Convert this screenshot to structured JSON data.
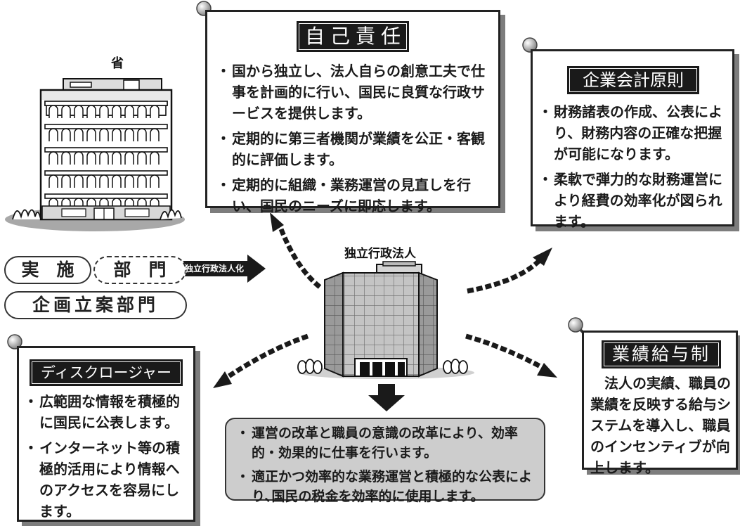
{
  "ministry": {
    "label": "省"
  },
  "agency": {
    "label": "独立行政法人"
  },
  "departments": {
    "implementation_part1": "実　施",
    "implementation_part2": "部　門",
    "arrow_label": "独立行政法人化",
    "planning": "企画立案部門"
  },
  "self_responsibility": {
    "title": "自己責任",
    "items": [
      "国から独立し、法人自らの創意工夫で仕事を計画的に行い、国民に良質な行政サービスを提供します。",
      "定期的に第三者機関が業績を公正・客観的に評価します。",
      "定期的に組織・業務運営の見直しを行い、国民のニーズに即応します。"
    ]
  },
  "accounting": {
    "title": "企業会計原則",
    "items": [
      "財務諸表の作成、公表により、財務内容の正確な把握が可能になります。",
      "柔軟で弾力的な財務運営により経費の効率化が図られます。"
    ]
  },
  "disclosure": {
    "title": "ディスクロージャー",
    "items": [
      "広範囲な情報を積極的に国民に公表します。",
      "インターネット等の積極的活用により情報へのアクセスを容易にします。"
    ]
  },
  "merit_pay": {
    "title": "業績給与制",
    "text": "法人の実績、職員の業績を反映する給与システムを導入し、職員のインセンティブが向上します。"
  },
  "reform": {
    "items": [
      "運営の改革と職員の意識の改革により、効率的・効果的に仕事を行います。",
      "適正かつ効率的な業務運営と積極的な公表により､国民の税金を効率的に使用します。"
    ]
  },
  "colors": {
    "panel_border": "#222222",
    "shadow": "#7d7d7d",
    "heading_bg": "#1a1a1a",
    "building_gray": "#b5b5b5"
  }
}
